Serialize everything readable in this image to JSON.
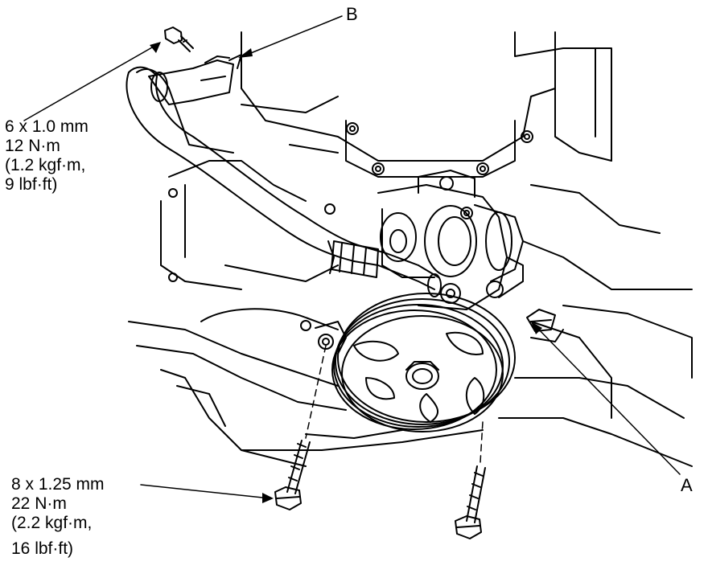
{
  "callouts": {
    "b": "B",
    "a": "A"
  },
  "upper_bolt_spec": {
    "size": "6 x 1.0 mm",
    "torque_nm": "12 N·m",
    "torque_kgf": "(1.2 kgf·m,",
    "torque_lbf": "9 lbf·ft)"
  },
  "lower_bolt_spec": {
    "size": "8 x 1.25 mm",
    "torque_nm": "22 N·m",
    "torque_kgf": "(2.2 kgf·m,",
    "torque_lbf": "16 lbf·ft)"
  },
  "colors": {
    "ink": "#000000",
    "paper": "#ffffff"
  }
}
